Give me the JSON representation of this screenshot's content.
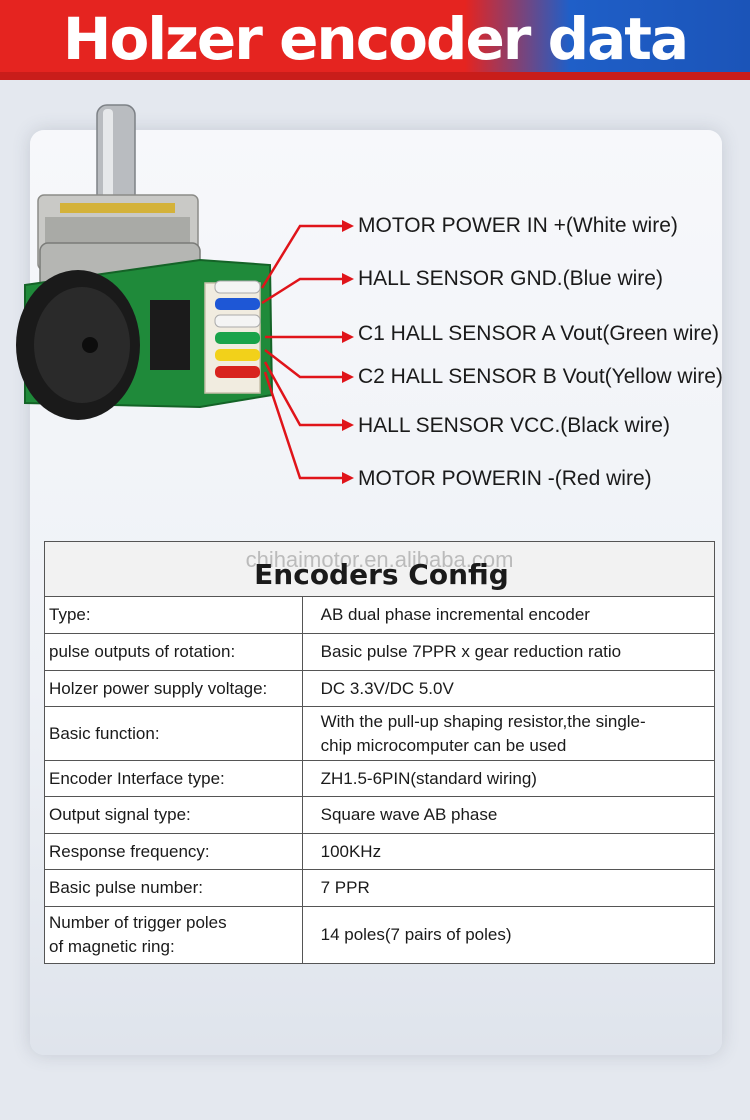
{
  "header": {
    "title": "Holzer encoder data"
  },
  "callouts": [
    "MOTOR POWER IN +(White wire)",
    "HALL SENSOR GND.(Blue wire)",
    "C1 HALL SENSOR A Vout(Green wire)",
    "C2 HALL SENSOR B Vout(Yellow wire)",
    "HALL SENSOR VCC.(Black wire)",
    "MOTOR POWERIN -(Red wire)"
  ],
  "wire_colors": [
    "#f4f4f4",
    "#1e57d6",
    "#1aa34a",
    "#f2d11a",
    "#222222",
    "#d8231e"
  ],
  "arrow_color": "#e0141a",
  "table": {
    "title": "Encoders Config",
    "watermark": "chihaimotor.en.alibaba.com",
    "rows": [
      {
        "label": "Type:",
        "value": "AB dual phase incremental encoder"
      },
      {
        "label": "pulse outputs of rotation:",
        "value": "Basic pulse 7PPR x gear reduction ratio"
      },
      {
        "label": "Holzer power supply voltage:",
        "value": "DC 3.3V/DC 5.0V"
      },
      {
        "label": "Basic function:",
        "value_lines": [
          "With the pull-up shaping resistor,the single-",
          "chip microcomputer can be used"
        ]
      },
      {
        "label": "Encoder Interface type:",
        "value": "ZH1.5-6PIN(standard wiring)"
      },
      {
        "label": "Output signal type:",
        "value": "Square wave AB phase"
      },
      {
        "label": "Response frequency:",
        "value": "100KHz"
      },
      {
        "label": "Basic pulse number:",
        "value": "7 PPR"
      },
      {
        "label_lines": [
          "Number of trigger poles",
          "of magnetic ring:"
        ],
        "value": "14 poles(7 pairs of poles)"
      }
    ]
  }
}
